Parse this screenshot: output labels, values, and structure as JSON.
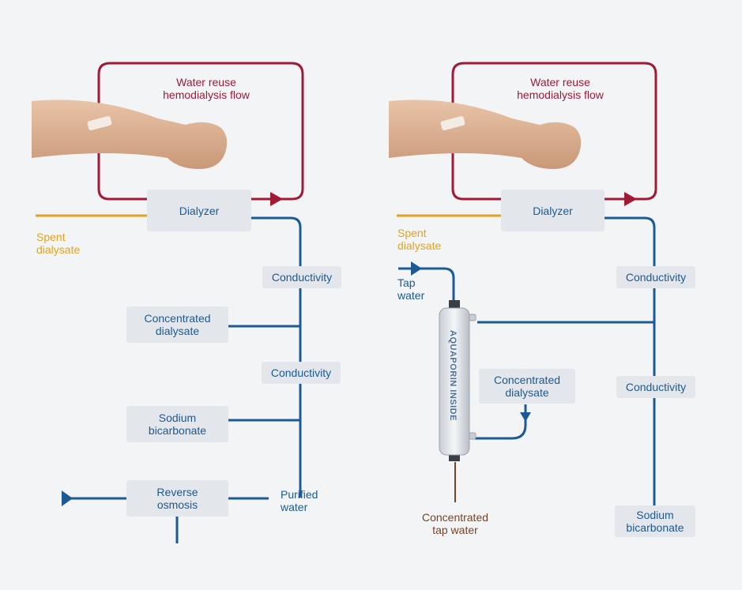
{
  "left_diagram": {
    "loop_label": "Water reuse\nhemodialysis flow",
    "dialyzer": "Dialyzer",
    "spent_dialysate": "Spent\ndialysate",
    "conductivity_1": "Conductivity",
    "concentrated_dialysate": "Concentrated\ndialysate",
    "conductivity_2": "Conductivity",
    "sodium_bicarbonate": "Sodium\nbicarbonate",
    "reverse_osmosis": "Reverse\nosmosis",
    "purified_water": "Purified\nwater"
  },
  "right_diagram": {
    "loop_label": "Water reuse\nhemodialysis flow",
    "dialyzer": "Dialyzer",
    "spent_dialysate": "Spent\ndialysate",
    "tap_water": "Tap\nwater",
    "filter_brand": "AQUAPORIN INSIDE",
    "conductivity_1": "Conductivity",
    "concentrated_dialysate": "Concentrated\ndialysate",
    "conductivity_2": "Conductivity",
    "concentrated_tap_water": "Concentrated\ntap water",
    "sodium_bicarbonate": "Sodium\nbicarbonate"
  },
  "colors": {
    "loop": "#a01a36",
    "water_line": "#1c5a96",
    "spent_line": "#e6a21f",
    "concentrate_line": "#7a4326"
  }
}
